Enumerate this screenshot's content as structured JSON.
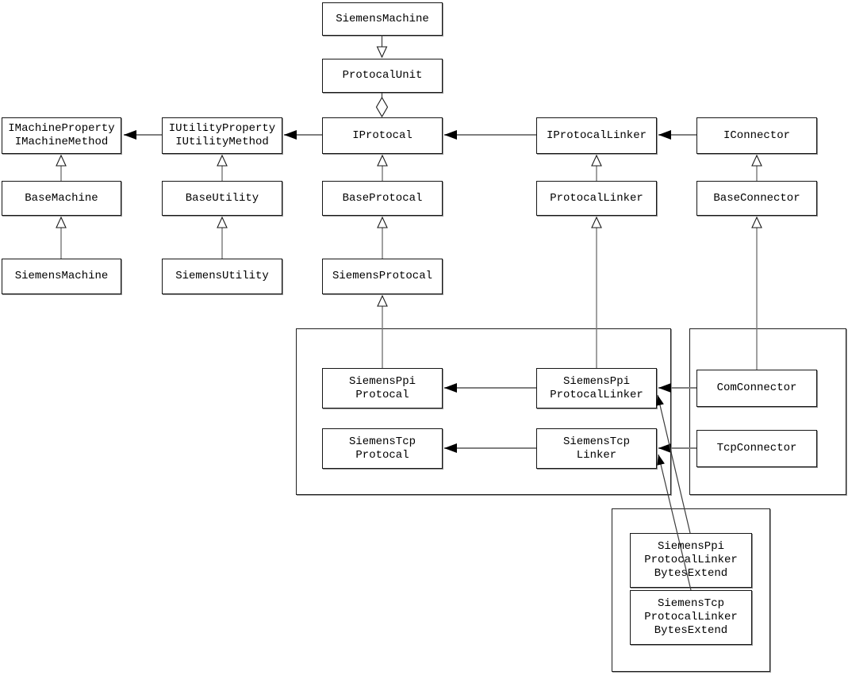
{
  "diagram": {
    "kind": "uml-class-diagram",
    "nodes": [
      {
        "id": "siemens-machine-top",
        "lines": [
          "SiemensMachine"
        ]
      },
      {
        "id": "protocal-unit",
        "lines": [
          "ProtocalUnit"
        ]
      },
      {
        "id": "imachine-interface",
        "lines": [
          "IMachineProperty",
          "IMachineMethod"
        ]
      },
      {
        "id": "iutility-interface",
        "lines": [
          "IUtilityProperty",
          "IUtilityMethod"
        ]
      },
      {
        "id": "iprotocal-interface",
        "lines": [
          "IProtocal"
        ]
      },
      {
        "id": "iprotocal-linker-interface",
        "lines": [
          "IProtocalLinker"
        ]
      },
      {
        "id": "iconnector-interface",
        "lines": [
          "IConnector"
        ]
      },
      {
        "id": "base-machine",
        "lines": [
          "BaseMachine"
        ]
      },
      {
        "id": "base-utility",
        "lines": [
          "BaseUtility"
        ]
      },
      {
        "id": "base-protocal",
        "lines": [
          "BaseProtocal"
        ]
      },
      {
        "id": "protocal-linker",
        "lines": [
          "ProtocalLinker"
        ]
      },
      {
        "id": "base-connector",
        "lines": [
          "BaseConnector"
        ]
      },
      {
        "id": "siemens-machine",
        "lines": [
          "SiemensMachine"
        ]
      },
      {
        "id": "siemens-utility",
        "lines": [
          "SiemensUtility"
        ]
      },
      {
        "id": "siemens-protocal",
        "lines": [
          "SiemensProtocal"
        ]
      },
      {
        "id": "siemens-ppi-protocal",
        "lines": [
          "SiemensPpi",
          "Protocal"
        ]
      },
      {
        "id": "siemens-tcp-protocal",
        "lines": [
          "SiemensTcp",
          "Protocal"
        ]
      },
      {
        "id": "siemens-ppi-protocal-linker",
        "lines": [
          "SiemensPpi",
          "ProtocalLinker"
        ]
      },
      {
        "id": "siemens-tcp-linker",
        "lines": [
          "SiemensTcp",
          "Linker"
        ]
      },
      {
        "id": "com-connector",
        "lines": [
          "ComConnector"
        ]
      },
      {
        "id": "tcp-connector",
        "lines": [
          "TcpConnector"
        ]
      },
      {
        "id": "siemens-ppi-protocal-linker-bytes-extend",
        "lines": [
          "SiemensPpi",
          "ProtocalLinker",
          "BytesExtend"
        ]
      },
      {
        "id": "siemens-tcp-protocal-linker-bytes-extend",
        "lines": [
          "SiemensTcp",
          "ProtocalLinker",
          "BytesExtend"
        ]
      }
    ],
    "edges": [
      {
        "from": "SiemensMachine",
        "to": "ProtocalUnit",
        "type": "directed-open-arrow"
      },
      {
        "from": "ProtocalUnit",
        "to": "IProtocal",
        "type": "aggregation-open-diamond"
      },
      {
        "from": "IProtocal",
        "to": "IUtilityProperty/IUtilityMethod",
        "type": "reference-filled-arrow"
      },
      {
        "from": "IUtilityProperty/IUtilityMethod",
        "to": "IMachineProperty/IMachineMethod",
        "type": "reference-filled-arrow"
      },
      {
        "from": "IProtocalLinker",
        "to": "IProtocal",
        "type": "reference-filled-arrow"
      },
      {
        "from": "IConnector",
        "to": "IProtocalLinker",
        "type": "reference-filled-arrow"
      },
      {
        "from": "BaseMachine",
        "to": "IMachineProperty/IMachineMethod",
        "type": "generalization-open-triangle"
      },
      {
        "from": "SiemensMachine",
        "to": "BaseMachine",
        "type": "generalization-open-triangle"
      },
      {
        "from": "BaseUtility",
        "to": "IUtilityProperty/IUtilityMethod",
        "type": "generalization-open-triangle"
      },
      {
        "from": "SiemensUtility",
        "to": "BaseUtility",
        "type": "generalization-open-triangle"
      },
      {
        "from": "BaseProtocal",
        "to": "IProtocal",
        "type": "generalization-open-triangle"
      },
      {
        "from": "SiemensProtocal",
        "to": "BaseProtocal",
        "type": "generalization-open-triangle"
      },
      {
        "from": "SiemensPpiProtocal",
        "to": "SiemensProtocal",
        "type": "generalization-open-triangle"
      },
      {
        "from": "ProtocalLinker",
        "to": "IProtocalLinker",
        "type": "generalization-open-triangle"
      },
      {
        "from": "SiemensPpiProtocalLinker",
        "to": "ProtocalLinker",
        "type": "generalization-open-triangle"
      },
      {
        "from": "BaseConnector",
        "to": "IConnector",
        "type": "generalization-open-triangle"
      },
      {
        "from": "ComConnector",
        "to": "BaseConnector",
        "type": "generalization-open-triangle"
      },
      {
        "from": "SiemensPpiProtocalLinker",
        "to": "SiemensPpiProtocal",
        "type": "reference-filled-arrow"
      },
      {
        "from": "SiemensTcpLinker",
        "to": "SiemensTcpProtocal",
        "type": "reference-filled-arrow"
      },
      {
        "from": "ComConnector",
        "to": "SiemensPpiProtocalLinker",
        "type": "reference-filled-arrow"
      },
      {
        "from": "TcpConnector",
        "to": "SiemensTcpLinker",
        "type": "reference-filled-arrow"
      },
      {
        "from": "SiemensPpiProtocalLinkerBytesExtend",
        "to": "SiemensPpiProtocalLinker",
        "type": "extend-filled-arrow"
      },
      {
        "from": "SiemensTcpProtocalLinkerBytesExtend",
        "to": "SiemensTcpLinker",
        "type": "extend-filled-arrow"
      }
    ],
    "colors": {
      "background": "#ffffff",
      "box_border": "#161616",
      "box_shadow": "#8f8f8f",
      "reference_line": "#7f7f7f",
      "arrowhead_fill": "#000000",
      "text": "#000000"
    }
  }
}
